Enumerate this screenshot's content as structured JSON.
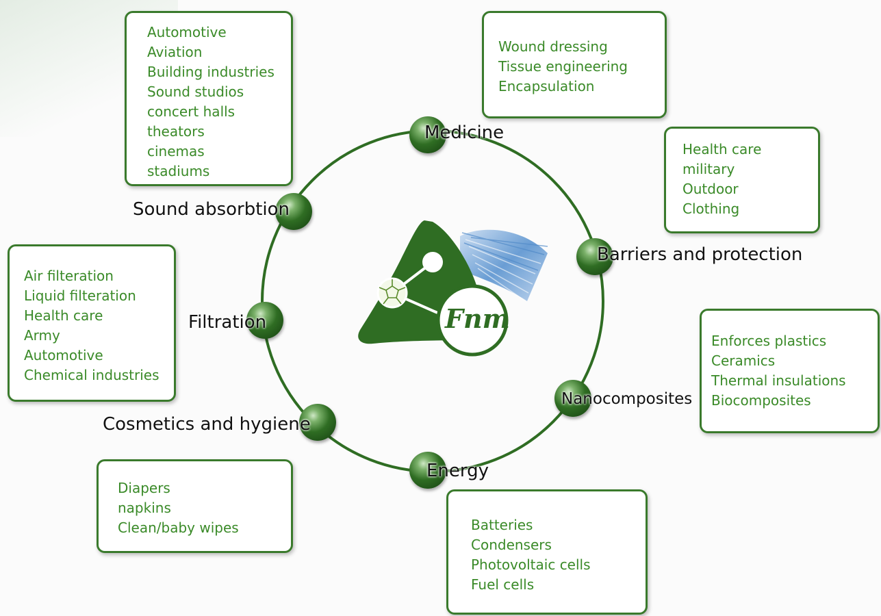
{
  "logo": {
    "text": "Fnm"
  },
  "categories": {
    "medicine": {
      "label": "Medicine",
      "items": [
        "Wound dressing",
        "Tissue engineering",
        "Encapsulation"
      ]
    },
    "barriers": {
      "label": "Barriers and protection",
      "items": [
        "Health care",
        "military",
        "Outdoor",
        "Clothing"
      ]
    },
    "nanocomposites": {
      "label": "Nanocomposites",
      "items": [
        "Enforces plastics",
        "Ceramics",
        "Thermal insulations",
        "Biocomposites"
      ]
    },
    "energy": {
      "label": "Energy",
      "items": [
        "Batteries",
        "Condensers",
        "Photovoltaic cells",
        "Fuel cells"
      ]
    },
    "cosmetics": {
      "label": "Cosmetics and hygiene",
      "items": [
        "Diapers",
        "napkins",
        "Clean/baby wipes"
      ]
    },
    "filtration": {
      "label": "Filtration",
      "items": [
        "Air filteration",
        "Liquid filteration",
        "Health care",
        "Army",
        "Automotive",
        "Chemical industries"
      ]
    },
    "sound": {
      "label": "Sound absorbtion",
      "items": [
        "Automotive",
        "Aviation",
        "Building industries",
        "Sound studios",
        "concert halls",
        "theators",
        "cinemas",
        "stadiums"
      ]
    }
  },
  "colors": {
    "ring": "#2f6d23",
    "box_border": "#3a7a2c",
    "item_text": "#3a8a28",
    "label_text": "#111111"
  }
}
